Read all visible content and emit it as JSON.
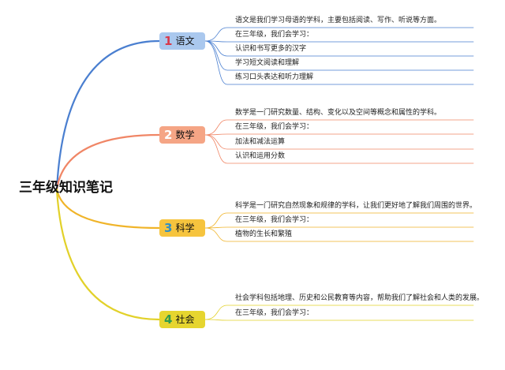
{
  "root": {
    "title": "三年级知识笔记"
  },
  "branches": [
    {
      "num": "1",
      "label": "语文",
      "color": "#4a7fd0",
      "bg": "#aac8ee",
      "numColor": "#d8394a",
      "items": [
        "语文是我们学习母语的学科，主要包括阅读、写作、听说等方面。",
        "在三年级，我们会学习：",
        "认识和书写更多的汉字",
        "学习短文阅读和理解",
        "练习口头表达和听力理解"
      ]
    },
    {
      "num": "2",
      "label": "数学",
      "color": "#f08666",
      "bg": "#f5a585",
      "numColor": "#ffffff",
      "items": [
        "数学是一门研究数量、结构、变化以及空间等概念和属性的学科。",
        "在三年级，我们会学习：",
        "加法和减法运算",
        "认识和运用分数"
      ]
    },
    {
      "num": "3",
      "label": "科学",
      "color": "#f0b429",
      "bg": "#f6c43e",
      "numColor": "#2f8fc4",
      "items": [
        "科学是一门研究自然现象和规律的学科，让我们更好地了解我们周围的世界。",
        "在三年级，我们会学习：",
        "植物的生长和繁殖"
      ]
    },
    {
      "num": "4",
      "label": "社会",
      "color": "#e2d12a",
      "bg": "#e6d52f",
      "numColor": "#2e9a4e",
      "items": [
        "社会学科包括地理、历史和公民教育等内容，帮助我们了解社会和人类的发展。",
        "在三年级，我们会学习："
      ]
    }
  ]
}
